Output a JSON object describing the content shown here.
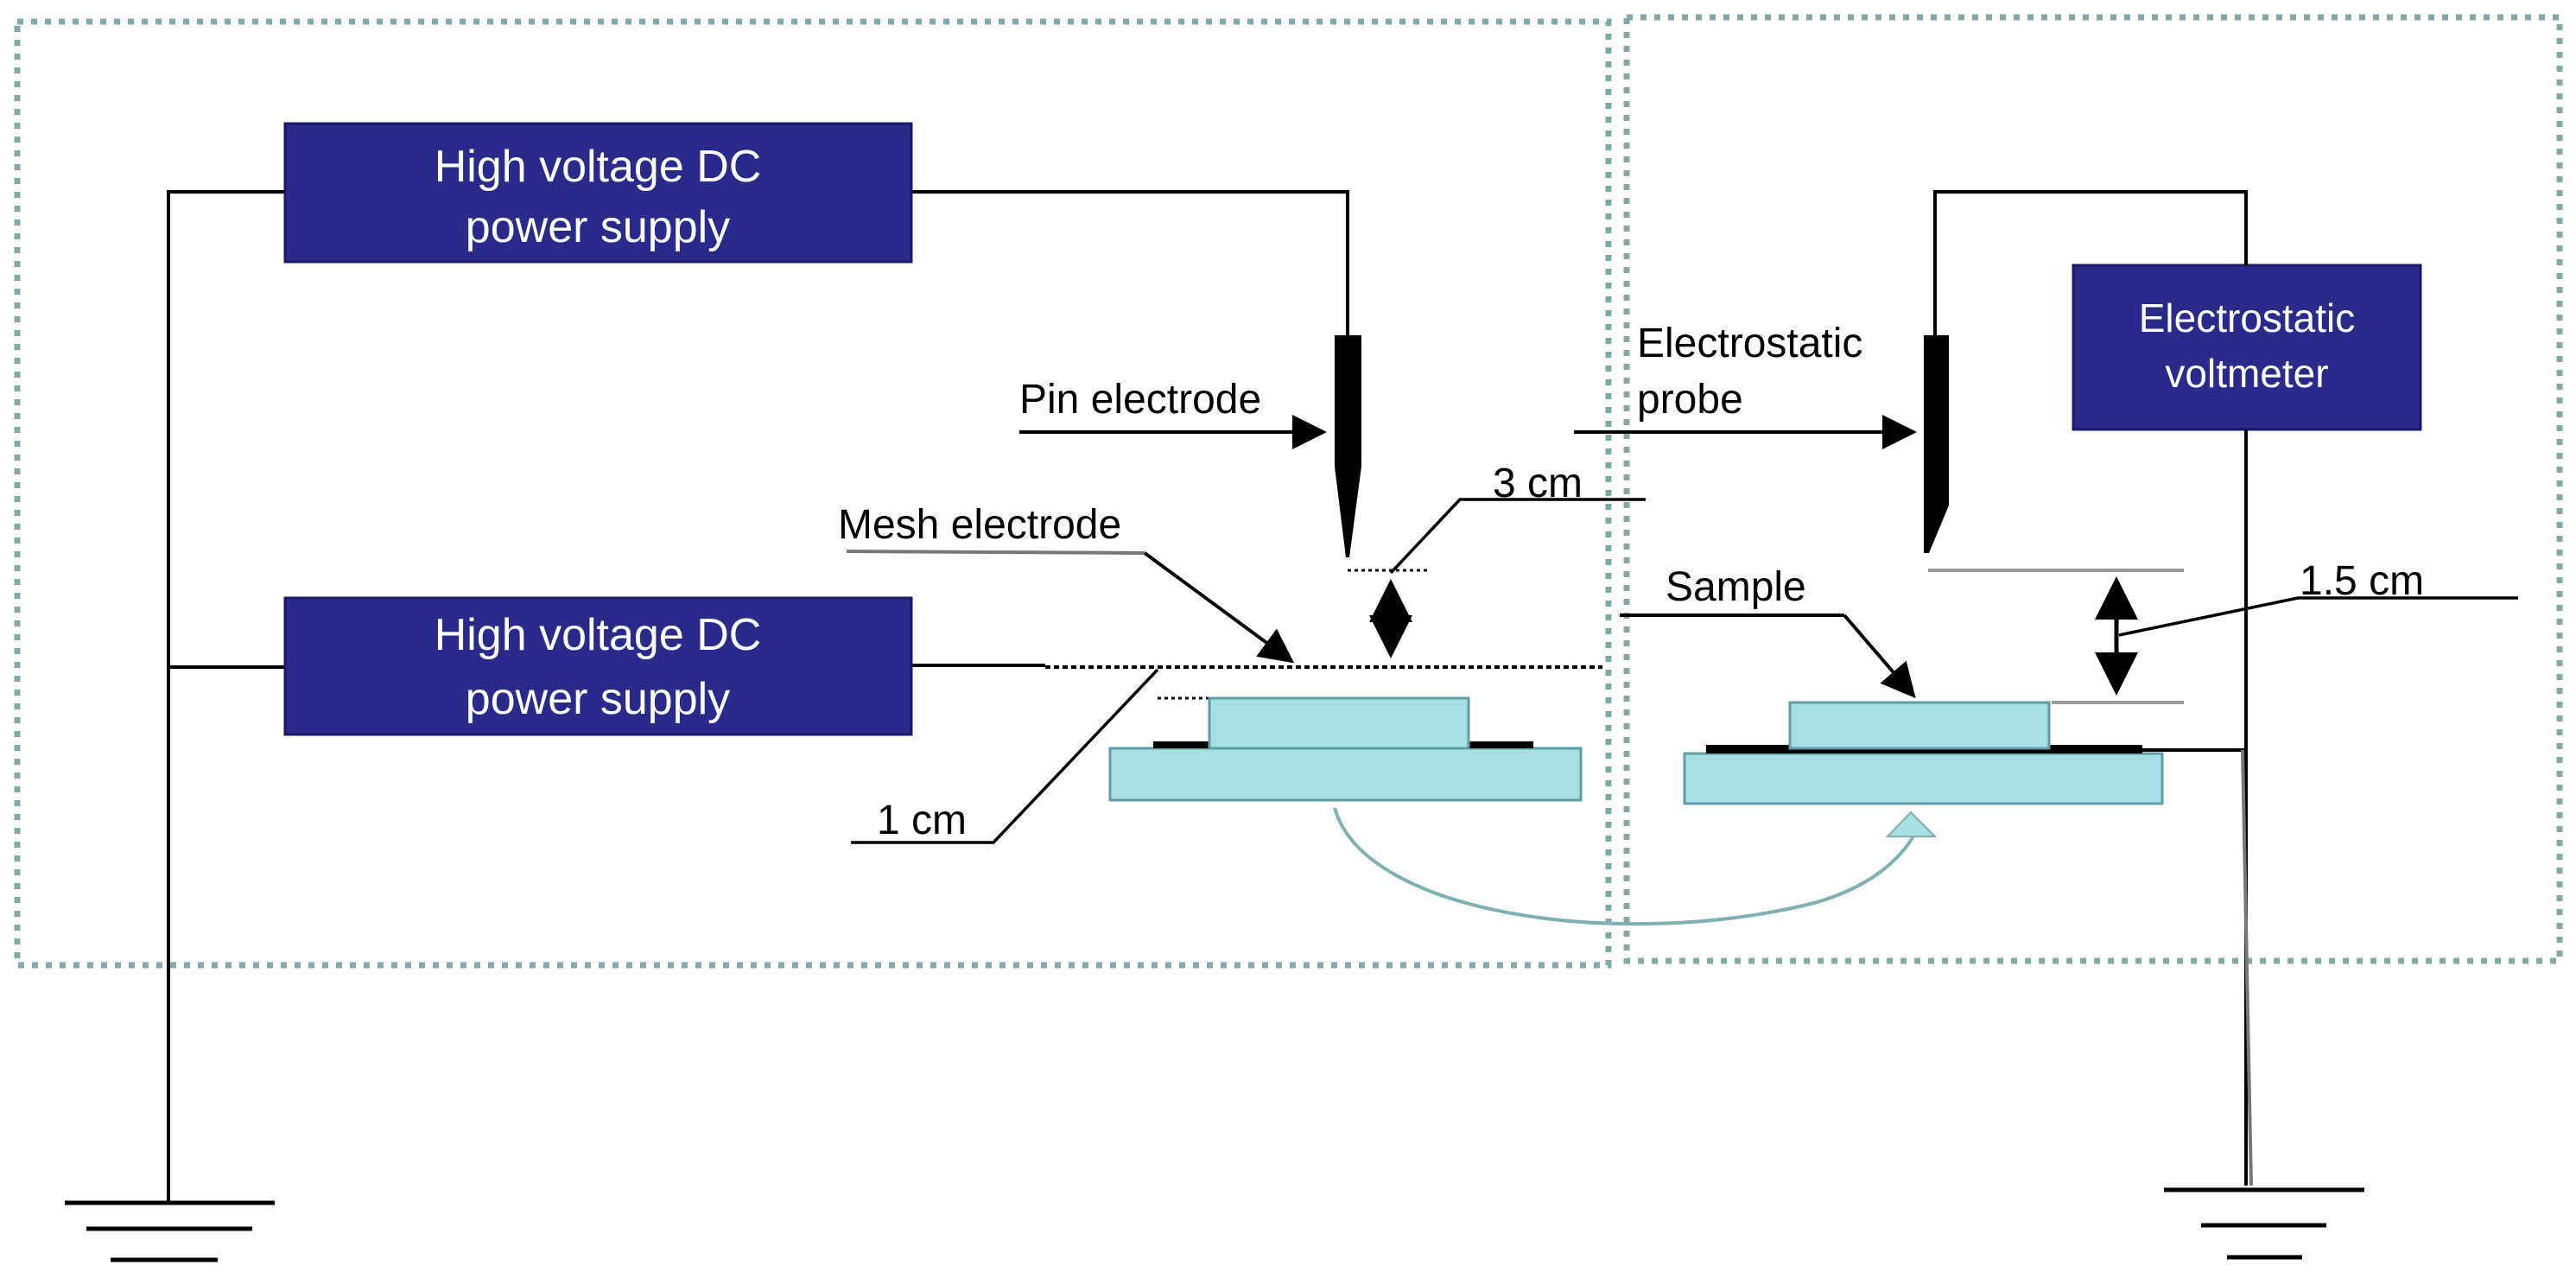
{
  "colors": {
    "box_fill": "#2a2a8a",
    "box_text": "#ffffff",
    "sample_fill": "#a8dfe2",
    "sample_stroke": "#5f9ea4",
    "frame_dots": "#7fa9aa",
    "transfer_arrow": "#7fb0b4",
    "wire": "#000000"
  },
  "boxes": {
    "hv_supply_top": {
      "line1": "High voltage DC",
      "line2": "power supply"
    },
    "hv_supply_bottom": {
      "line1": "High voltage DC",
      "line2": "power supply"
    },
    "voltmeter": {
      "line1": "Electrostatic",
      "line2": "voltmeter"
    }
  },
  "labels": {
    "pin_electrode": "Pin electrode",
    "mesh_electrode": "Mesh electrode",
    "gap_3cm": "3 cm",
    "gap_1cm": "1 cm",
    "probe_line1": "Electrostatic",
    "probe_line2": "probe",
    "sample": "Sample",
    "gap_15cm": "1.5 cm"
  },
  "icons": [
    "ground-symbol-icon",
    "arrow-head-icon",
    "double-arrow-icon"
  ]
}
